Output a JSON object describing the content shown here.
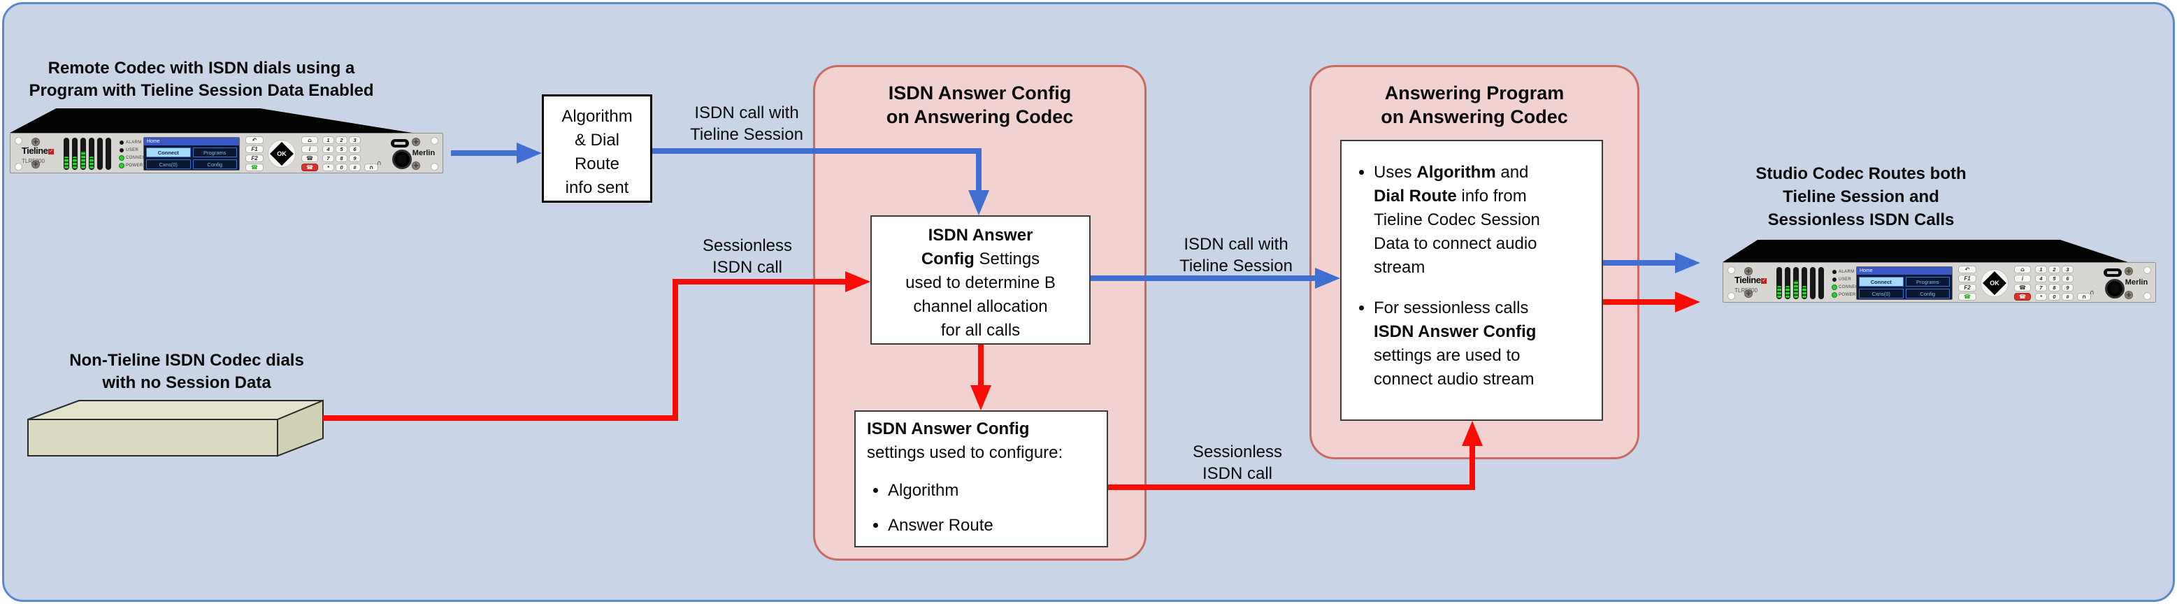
{
  "colors": {
    "background": "#c9d5e7",
    "frame_border": "#5d89c9",
    "arrow_blue": "#3f6fd1",
    "arrow_red": "#f90b06",
    "group_fill": "#f1d2d1",
    "group_border": "#ca6a63",
    "device_panel": "#d7d6d2",
    "non_tieline_box_fill": "#d9dabf"
  },
  "titles": {
    "remote_codec": [
      "Remote Codec with ISDN dials using a",
      "Program with Tieline Session Data Enabled"
    ],
    "non_tieline": [
      "Non-Tieline ISDN Codec dials",
      "with no Session Data"
    ],
    "studio_codec": [
      "Studio Codec Routes both",
      "Tieline Session and",
      "Sessionless ISDN Calls"
    ]
  },
  "labels": {
    "tieline_call_1": [
      "ISDN call with",
      "Tieline Session"
    ],
    "sessionless_1": [
      "Sessionless",
      "ISDN call"
    ],
    "tieline_call_2": [
      "ISDN call with",
      "Tieline Session"
    ],
    "sessionless_2": [
      "Sessionless",
      "ISDN call"
    ]
  },
  "algorithm_box": {
    "lines": [
      "Algorithm",
      "& Dial",
      "Route",
      "info sent"
    ]
  },
  "isdn_config_group": {
    "title": [
      "ISDN Answer Config",
      "on Answering Codec"
    ],
    "allocation_box": {
      "bold_line1": "ISDN Answer",
      "bold2": "Config",
      "rest2": " Settings",
      "line3": "used to determine B",
      "line4": "channel allocation",
      "line5": "for all calls"
    },
    "configure_box": {
      "title": "ISDN Answer Config",
      "subtitle": "settings used to configure:",
      "bullets": [
        "Algorithm",
        "Answer Route"
      ]
    }
  },
  "answering_group": {
    "title": [
      "Answering Program",
      "on Answering Codec"
    ],
    "program_box": {
      "b1_pre": "Uses ",
      "b1_bold1": "Algorithm",
      "b1_mid": " and ",
      "b1_bold2": "Dial Route",
      "b1_post": " info from Tieline Codec Session Data to connect audio stream",
      "b2_pre": "For sessionless calls ",
      "b2_bold": "ISDN Answer Config",
      "b2_post": " settings are used to connect audio stream"
    }
  },
  "codec": {
    "brand": "Tieline",
    "brand_check": "✓",
    "model": "TLR5200",
    "product": "Merlin",
    "leds": [
      "ALARM",
      "USER",
      "CONNECTED",
      "POWER"
    ],
    "screen": {
      "header": "Home",
      "buttons": [
        "Connect",
        "Programs",
        "Cxns(0)",
        "Config"
      ]
    },
    "function_keys": [
      "F1",
      "F2"
    ],
    "ok_button": "OK",
    "keypad": [
      "1",
      "2",
      "3",
      "4",
      "5",
      "6",
      "7",
      "8",
      "9",
      "*",
      "0",
      "#"
    ],
    "icons": {
      "back": "↶",
      "call": "☎",
      "home": "⌂",
      "info": "i",
      "headset": "∩"
    }
  }
}
